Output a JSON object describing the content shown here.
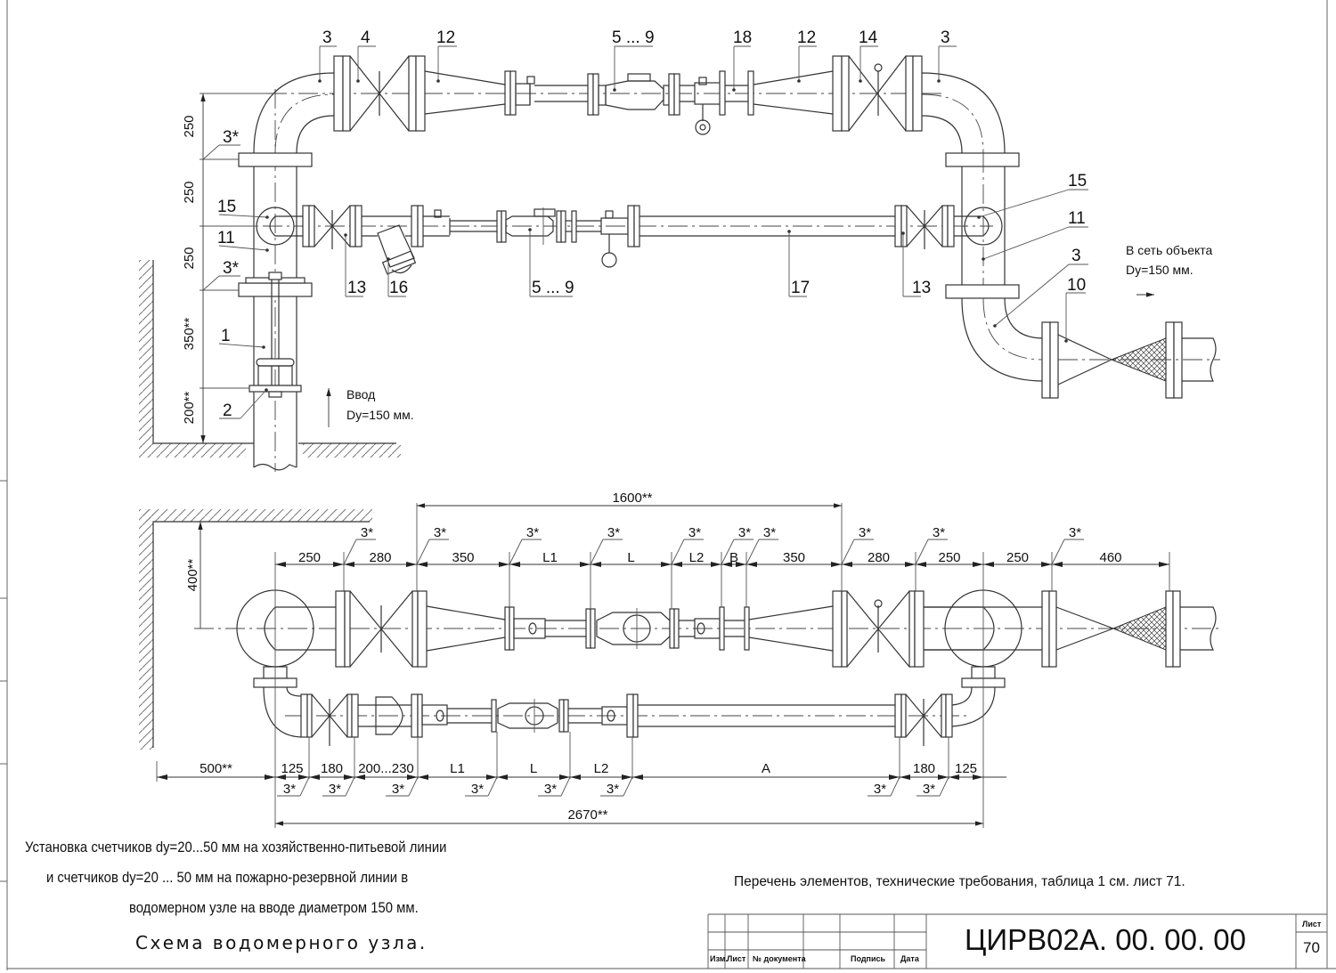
{
  "drawing": {
    "type": "engineering-schematic",
    "subject": "water meter assembly"
  },
  "top_view": {
    "callouts": [
      "3",
      "4",
      "12",
      "5 ... 9",
      "18",
      "12",
      "14",
      "3"
    ],
    "middle_line_callouts": [
      "15",
      "11",
      "13",
      "16",
      "5 ... 9",
      "17",
      "13",
      "15",
      "11",
      "3",
      "10",
      "1",
      "2"
    ],
    "vertical_dims": [
      "250",
      "250",
      "250",
      "350**",
      "200**"
    ],
    "weld_marks": [
      "3*",
      "3*"
    ],
    "inlet_label": "Ввод",
    "inlet_diameter": "Dy=150 мм.",
    "outlet_label": "В сеть объекта",
    "outlet_diameter": "Dy=150 мм."
  },
  "bottom_view": {
    "overall_top_dim": "1600**",
    "wall_offset_dim": "400**",
    "top_dims": [
      "250",
      "280",
      "350",
      "L1",
      "L",
      "L2",
      "B",
      "350",
      "280",
      "250",
      "250",
      "460"
    ],
    "top_weld_marks": [
      "3*",
      "3*",
      "3*",
      "3*",
      "3*",
      "3*",
      "3*",
      "3*",
      "3*",
      "3*"
    ],
    "bottom_dims": [
      "500**",
      "125",
      "180",
      "200...230",
      "L1",
      "L",
      "L2",
      "A",
      "180",
      "125"
    ],
    "bottom_weld_marks": [
      "3*",
      "3*",
      "3*",
      "3*",
      "3*",
      "3*",
      "3*",
      "3*"
    ],
    "overall_bottom_dim": "2670**"
  },
  "caption": {
    "line1": "Установка счетчиков dy=20...50 мм на хозяйственно-питьевой линии",
    "line2": "и счетчиков dy=20 ... 50 мм на пожарно-резервной линии в",
    "line3": "водомерном узле на вводе диаметром 150 мм.",
    "title": "Схема водомерного узла."
  },
  "reference_note": "Перечень элементов, технические требования, таблица 1 см. лист 71.",
  "title_block": {
    "headers": [
      "Изм.",
      "Лист",
      "№ документа",
      "Подпись",
      "Дата"
    ],
    "document_code": "ЦИРВ02А. 00. 00. 00",
    "sheet_label": "Лист",
    "sheet_number": "70"
  }
}
